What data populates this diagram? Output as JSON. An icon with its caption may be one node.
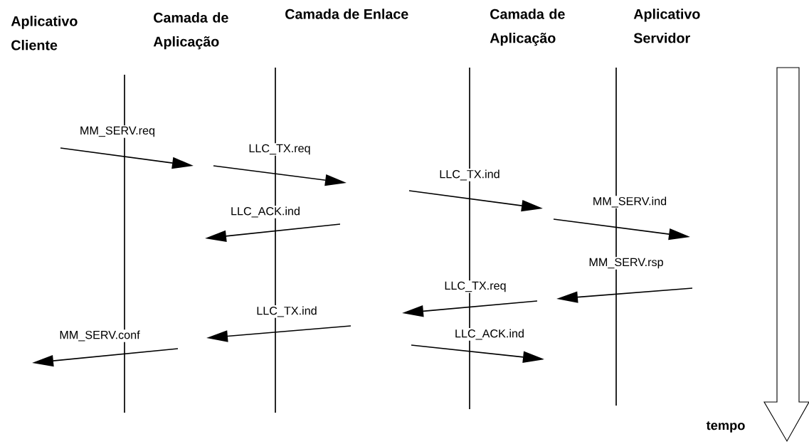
{
  "diagram": {
    "labels": [
      "Aplicativo Cliente",
      "Camada de Aplicação",
      "Camada de Enlace",
      "Camada de Aplicação",
      "Aplicativo Servidor",
      "MM_SERV.req",
      "LLC_TX.req",
      "LLC_TX.ind",
      "LLC_ACK.ind",
      "MM_SERV.ind",
      "MM_SERV.rsp",
      "LLC_TX.req",
      "LLC_TX.ind",
      "MM_SERV.conf",
      "LLC_ACK.ind",
      "tempo"
    ]
  }
}
